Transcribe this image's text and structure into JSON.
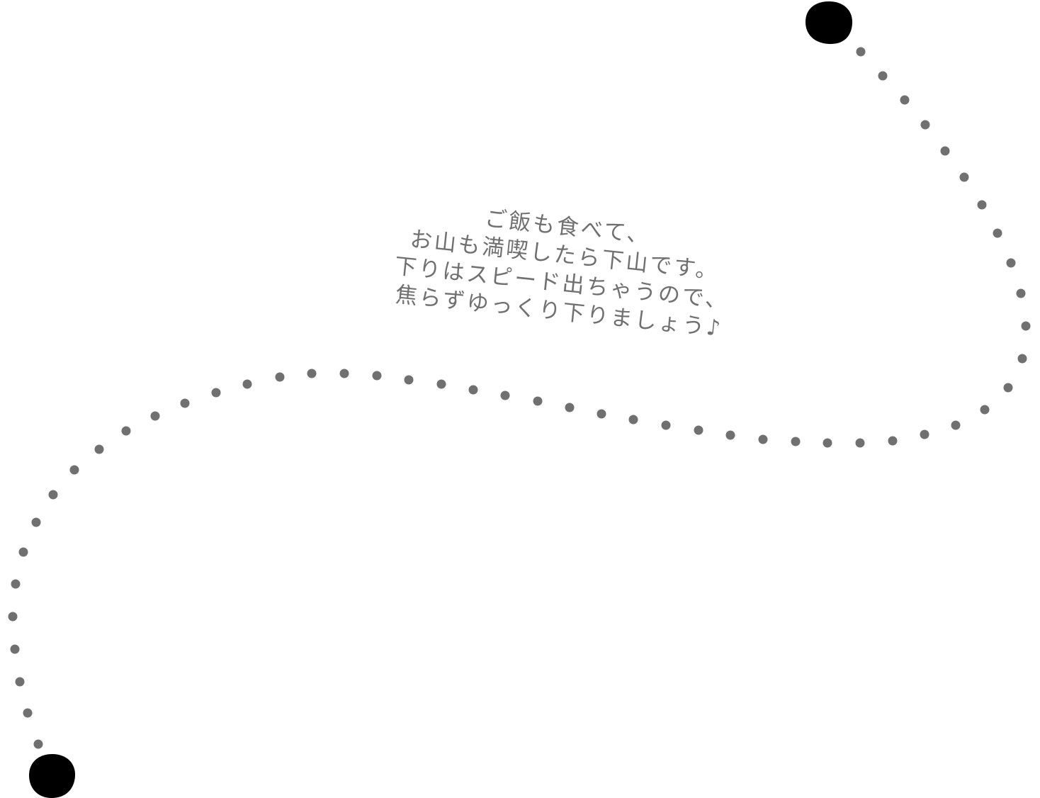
{
  "caption": {
    "lines": [
      "ご飯も食べて、",
      "お山も満喫したら下山です。",
      "下りはスピード出ちゃうので、",
      "焦らずゆっくり下りましょう♪"
    ]
  },
  "colors": {
    "background": "#ffffff",
    "dots": "#707070",
    "endpoints": "#000000",
    "text": "#707070"
  }
}
